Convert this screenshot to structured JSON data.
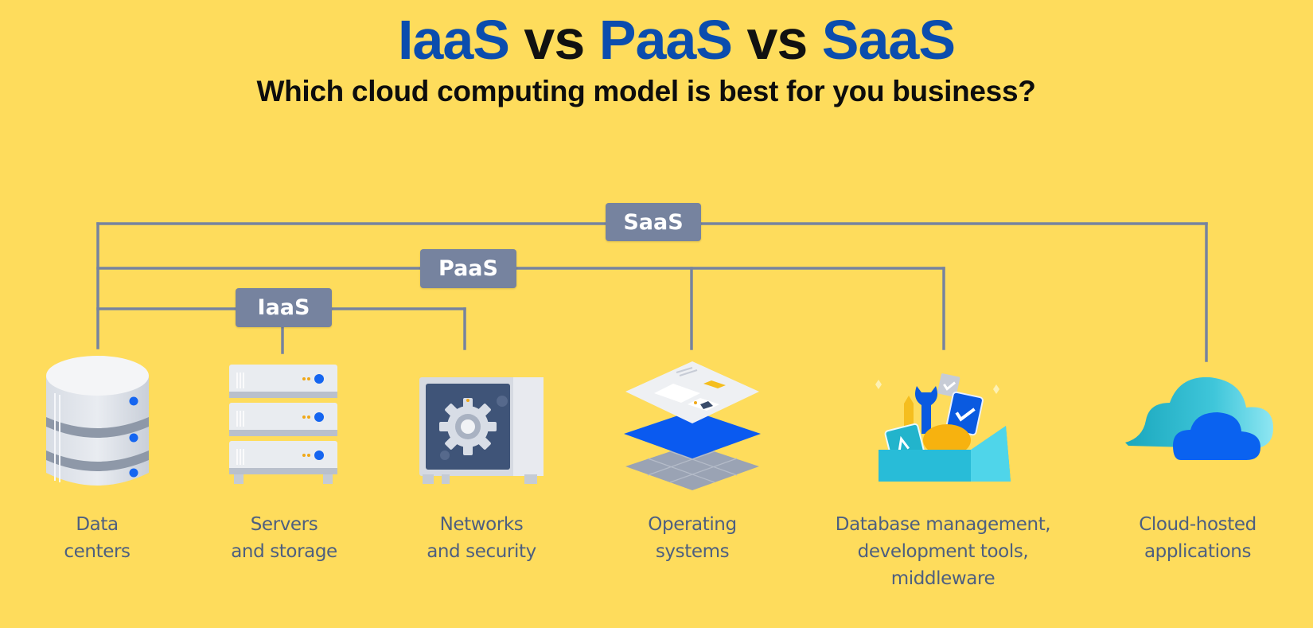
{
  "header": {
    "title_parts": [
      {
        "text": "IaaS",
        "accent": true
      },
      {
        "text": " vs ",
        "accent": false
      },
      {
        "text": "PaaS",
        "accent": true
      },
      {
        "text": " vs ",
        "accent": false
      },
      {
        "text": "SaaS",
        "accent": true
      }
    ],
    "subtitle": "Which cloud computing model is best for you business?"
  },
  "colors": {
    "background": "#FEDC5C",
    "title_accent": "#0B4DAE",
    "title_dark": "#111111",
    "connector": "#76839F",
    "badge_bg": "#76839F",
    "label_text": "#4D5F80"
  },
  "tiers": {
    "saas": {
      "label": "SaaS"
    },
    "paas": {
      "label": "PaaS"
    },
    "iaas": {
      "label": "IaaS"
    }
  },
  "components": [
    {
      "id": "data-centers",
      "icon": "database-icon",
      "lines": [
        "Data",
        "centers"
      ]
    },
    {
      "id": "servers-storage",
      "icon": "server-rack-icon",
      "lines": [
        "Servers",
        "and storage"
      ]
    },
    {
      "id": "networks-security",
      "icon": "safe-gear-icon",
      "lines": [
        "Networks",
        "and security"
      ]
    },
    {
      "id": "operating-systems",
      "icon": "layers-icon",
      "lines": [
        "Operating",
        "systems"
      ]
    },
    {
      "id": "database-dev-tools",
      "icon": "toolbox-icon",
      "lines": [
        "Database management,",
        "development tools,",
        "middleware"
      ]
    },
    {
      "id": "cloud-apps",
      "icon": "cloud-icon",
      "lines": [
        "Cloud-hosted",
        "applications"
      ]
    }
  ]
}
